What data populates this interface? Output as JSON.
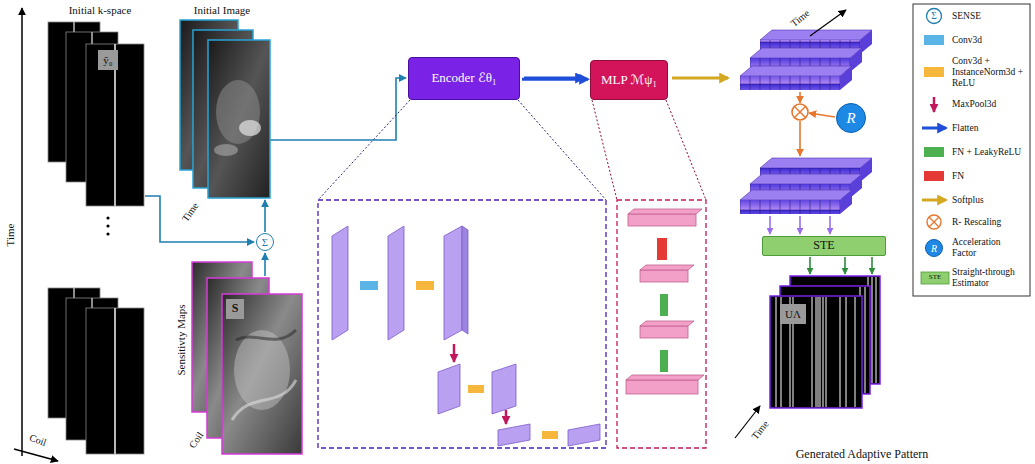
{
  "diagram": {
    "nodes": [
      {
        "text": [
          "Σ"
        ]
      },
      {
        "text": [
          "Encoder ℰθ₁"
        ]
      },
      {
        "text": [
          "MLP ℳψ₁"
        ]
      },
      {
        "text": [
          "R"
        ]
      },
      {
        "text": [
          "STE"
        ]
      }
    ],
    "edges": [
      {
        "from": 1,
        "to": 2,
        "arrow": "to"
      }
    ],
    "labels": [
      "Initial k-space",
      "Initial Image",
      "Time",
      "Coil",
      "ỹ₀",
      "Time",
      "Sensitivty Maps",
      "S",
      "Coil",
      "Time",
      "UΛ",
      "Time",
      "Generated Adaptive Pattern",
      "Σ",
      "R",
      "STE"
    ],
    "legend": [
      {
        "text": "SENSE"
      },
      {
        "text": "Conv3d",
        "color": "#5ab4e5"
      },
      {
        "text": "Conv3d + InstanceNorm3d + ReLU",
        "color": "#f6b73c"
      },
      {
        "text": "MaxPool3d"
      },
      {
        "text": "Flatten"
      },
      {
        "text": "FN + LeakyReLU",
        "color": "#4caf50"
      },
      {
        "text": "FN",
        "color": "#e53935"
      },
      {
        "text": "Softplus"
      },
      {
        "text": "R- Rescaling"
      },
      {
        "text": "Acceleration Factor"
      },
      {
        "text": "Straight-through Estimator"
      }
    ]
  }
}
